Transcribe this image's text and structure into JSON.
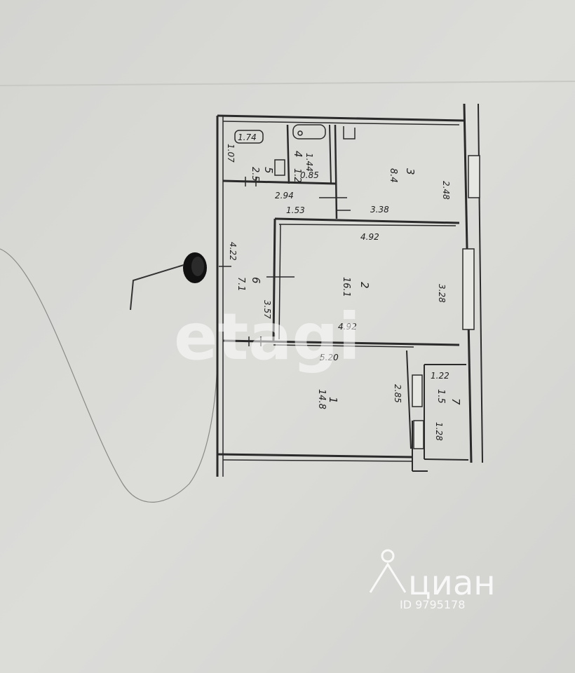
{
  "plan": {
    "rooms": [
      {
        "number": "1",
        "area": "14.8"
      },
      {
        "number": "2",
        "area": "16.1"
      },
      {
        "number": "3",
        "area": "8.4"
      },
      {
        "number": "4",
        "area": "1.2"
      },
      {
        "number": "5",
        "area": "2.5"
      },
      {
        "number": "6",
        "area": "7.1"
      },
      {
        "number": "7",
        "area": "1.5"
      }
    ],
    "dimensions": {
      "d_174": "1.74",
      "d_107": "1.07",
      "d_144": "1.44",
      "d_085": "0.85",
      "d_294": "2.94",
      "d_153": "1.53",
      "d_338": "3.38",
      "d_248": "2.48",
      "d_492_top": "4.92",
      "d_492_bottom": "4.92",
      "d_328": "3.28",
      "d_357": "3.57",
      "d_422": "4.22",
      "d_520": "5.20",
      "d_285": "2.85",
      "d_122": "1.22",
      "d_128": "1.28"
    }
  },
  "watermarks": {
    "etagi": "etagi",
    "cian": "циан",
    "cian_id": "ID 9795178"
  }
}
